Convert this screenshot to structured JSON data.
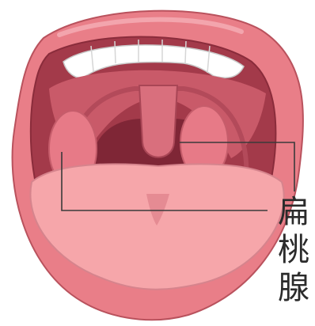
{
  "diagram": {
    "label": "扁桃腺",
    "label_chars": [
      "扁",
      "桃",
      "腺"
    ]
  }
}
